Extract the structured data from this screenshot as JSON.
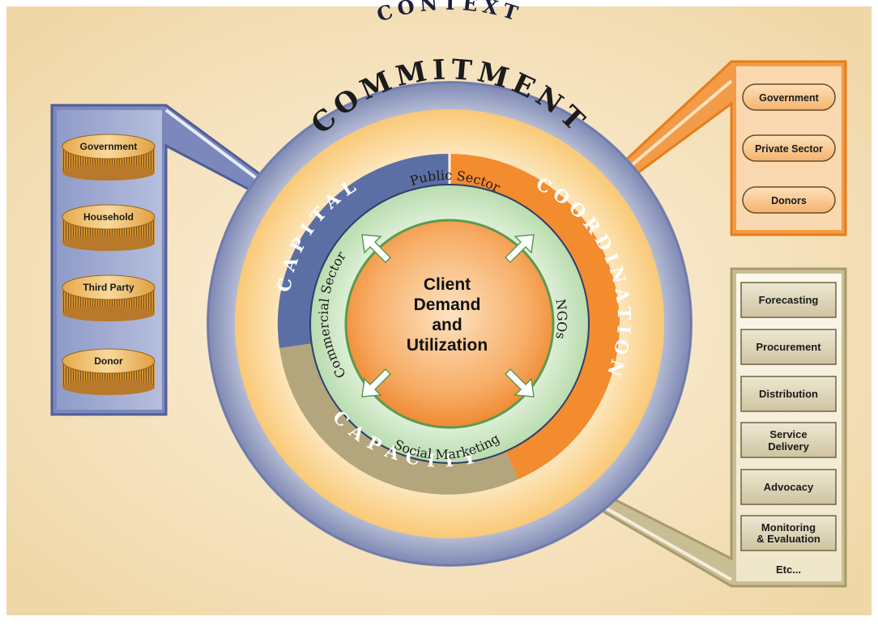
{
  "colors": {
    "background": "#f7e7c7",
    "context_ring": "#8b95bb",
    "commitment_ring": "#fbd58c",
    "capital": "#5a6fa6",
    "coordination": "#f28a2c",
    "capacity": "#b7a982",
    "inner_green": "#cfe8c6",
    "center_orange": "#f49a4a"
  },
  "rings": {
    "context": "CONTEXT",
    "commitment": "COMMITMENT",
    "capital": "CAPITAL",
    "coordination": "COORDINATION",
    "capacity": "CAPACITY"
  },
  "sectors": {
    "top": "Public Sector",
    "left": "Commercial Sector",
    "right": "NGOs",
    "bottom": "Social Marketing"
  },
  "center": {
    "line1": "Client",
    "line2": "Demand",
    "line3": "and",
    "line4": "Utilization"
  },
  "capital_panel": {
    "items": [
      "Government",
      "Household",
      "Third Party",
      "Donor"
    ]
  },
  "coordination_panel": {
    "items": [
      "Government",
      "Private Sector",
      "Donors"
    ]
  },
  "capacity_panel": {
    "items": [
      {
        "line1": "Forecasting",
        "line2": ""
      },
      {
        "line1": "Procurement",
        "line2": ""
      },
      {
        "line1": "Distribution",
        "line2": ""
      },
      {
        "line1": "Service",
        "line2": "Delivery"
      },
      {
        "line1": "Advocacy",
        "line2": ""
      },
      {
        "line1": "Monitoring",
        "line2": "& Evaluation"
      }
    ],
    "etc": "Etc..."
  }
}
